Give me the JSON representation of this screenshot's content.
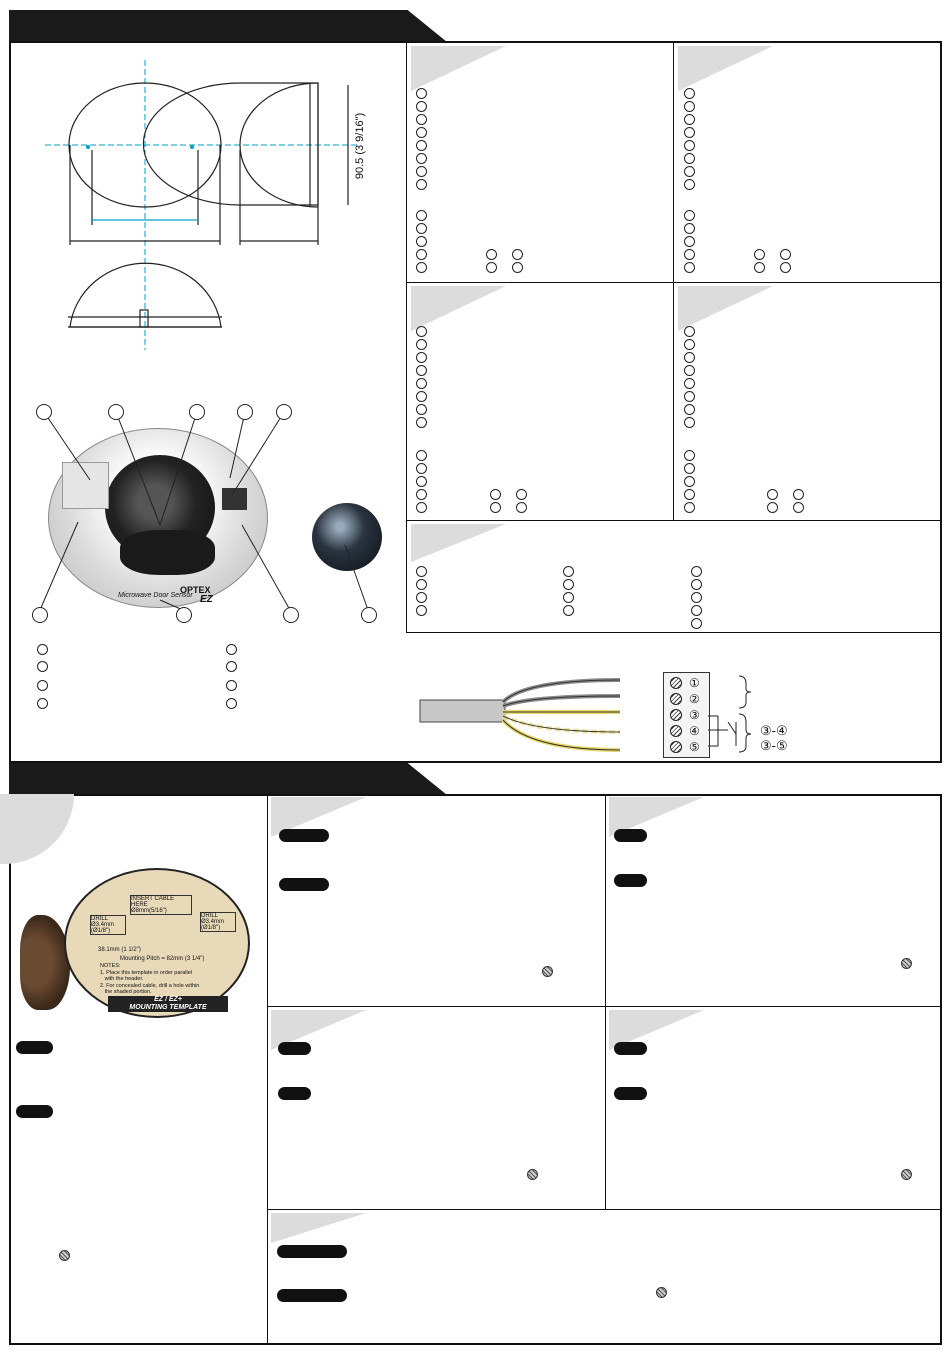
{
  "dimensions": {
    "height_label": "90.5 (3 9/16\")"
  },
  "terminal": {
    "labels": [
      "①",
      "②",
      "③",
      "④",
      "⑤"
    ],
    "pair_a": "③-④",
    "pair_b": "③-⑤"
  },
  "template": {
    "hinge": "INSERT CABLE\nHERE\nØ8mm(5/16\")",
    "drill_left": "DRILL\nØ3.4mm\n(Ø1/8\")",
    "drill_right": "DRILL\nØ3.4mm\n(Ø1/8\")",
    "dim_small": "38.1mm (1 1/2\")",
    "dim_pitch": "Mounting Pitch = 82mm (3 1/4\")",
    "notes": "NOTES:\n1. Place this template in order parallel\n   with the header.\n2. For concealed cable, drill a hole within\n   the shaded portion.",
    "title": "EZ / EZ+\nMOUNTING TEMPLATE"
  },
  "device": {
    "brand": "OPTEX",
    "caption": "Microwave Door Sensor",
    "model": "EZ"
  }
}
